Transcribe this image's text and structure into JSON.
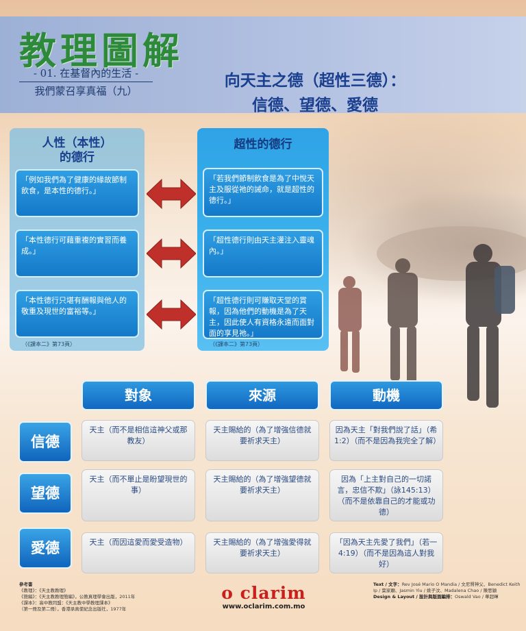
{
  "header": {
    "series_title": "教理圖解",
    "unit": "- 01. 在基督內的生活 -",
    "lesson": "我們蒙召享真福（九）",
    "main_title_line1": "向天主之德（超性三德）：",
    "main_title_line2": "信德、望德、愛德"
  },
  "panels": {
    "left": {
      "heading_line1": "人性（本性）",
      "heading_line2": "的德行",
      "cards": [
        "「例如我們為了健康的緣故節制飲食，是本性的德行。」",
        "「本性德行可藉重複的實習而養成。」",
        "「本性德行只堪有酬報與他人的敬重及現世的富裕等。」"
      ],
      "ref": "（《課本二》第73頁）"
    },
    "right": {
      "heading": "超性的德行",
      "cards": [
        "「若我們節制飲食是為了中悅天主及服從祂的誡命，就是超性的德行。」",
        "「超性德行則由天主灌注入靈魂內。」",
        "「超性德行則可賺取天堂的賞報，因為他們的動機是為了天主，因此使人有資格永遠而面對面的享見祂。」"
      ],
      "ref": "（《課本二》第73頁）"
    }
  },
  "table": {
    "columns": [
      "對象",
      "來源",
      "動機"
    ],
    "rows": [
      {
        "label": "信德",
        "cells": [
          "天主（而不是相信這神父或那教友）",
          "天主賜給的（為了增強信德就要祈求天主）",
          "因為天主「對我們說了話」（希 1:2）（而不是因為我完全了解）"
        ]
      },
      {
        "label": "望德",
        "cells": [
          "天主（而不單止是盼望現世的事）",
          "天主賜給的（為了增強望德就要祈求天主）",
          "因為「上主對自己的一切諾言，忠信不欺」（詠145:13）（而不是依靠自己的才能或功德）"
        ]
      },
      {
        "label": "愛德",
        "cells": [
          "天主（而因這愛而愛受造物）",
          "天主賜給的（為了增強愛得就要祈求天主）",
          "「因為天主先愛了我們」（若一4:19）（而不是因為這人對我好）"
        ]
      }
    ]
  },
  "footer": {
    "refs_title": "參考書",
    "refs": [
      "《教理》：《天主教教理》",
      "《簡編》：《天主教教理簡編》，公教真理學會出版，2011年",
      "《課本》：高中教同盟：《天主教中學教理課本》",
      "（第一冊及第二冊），香港承真使紀念出版社，1977年"
    ],
    "brand_name": "o clarim",
    "brand_url": "www.oclarim.com.mo",
    "credits_text_label": "Text / 文字：",
    "credits_text": "Rev José Mario O Mandia / 文尼賢神父、Benedict Keith Ip / 葉家顆、Jasmin Yiu / 姚子汶、Madalena Chao / 陳思穎",
    "credits_design_label": "Design & Layout / 設計與版面編排：",
    "credits_design": "Oswald Vao / 華超暉"
  },
  "colors": {
    "title_green": "#2d8a3a",
    "title_blue": "#1a3f8e",
    "card_blue": "#1479c9",
    "arrow_red": "#c0302a",
    "brand_red": "#c8201c"
  },
  "icons": [
    "double-arrow-icon"
  ]
}
